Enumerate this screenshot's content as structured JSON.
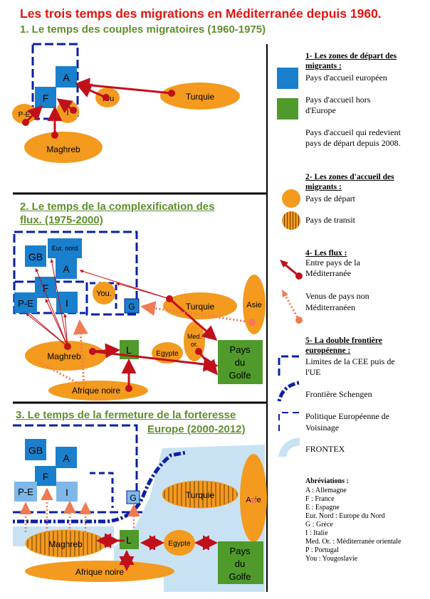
{
  "title": "Les trois temps des migrations en Méditerranée depuis 1960.",
  "sections": {
    "s1": "1. Le temps des couples migratoires (1960-1975)",
    "s2_line1": "2. Le temps de la complexification des",
    "s2_line2": "flux. (1975-2000)",
    "s3_line1": "3. Le temps de la fermeture de la forteresse",
    "s3_line2": "Europe (2000-2012)"
  },
  "map1": {
    "A": "A",
    "F": "F",
    "PE": "P-E",
    "I": "I",
    "You": "You",
    "Turquie": "Turquie",
    "Maghreb": "Maghreb"
  },
  "map2": {
    "GB": "GB",
    "EurNord": "Eur. nord",
    "A": "A",
    "F": "F",
    "PE": "P-E",
    "I": "I",
    "You": "You.",
    "G": "G",
    "Turquie": "Turquie",
    "Asie": "Asie",
    "MedOr1": "Med.",
    "MedOr2": "or.",
    "Maghreb": "Maghreb",
    "L": "L",
    "Egypte": "Egypte",
    "Golfe1": "Pays",
    "Golfe2": "du",
    "Golfe3": "Golfe",
    "Afrique": "Afrique noire"
  },
  "map3": {
    "GB": "GB",
    "A": "A",
    "F": "F",
    "PE": "P-E",
    "I": "I",
    "G": "G",
    "Turquie": "Turquie",
    "Asie": "Asie",
    "Maghreb": "Maghreb",
    "L": "L",
    "Egypte": "Egypte",
    "Golfe1": "Pays",
    "Golfe2": "du",
    "Golfe3": "Golfe",
    "Afrique": "Afrique noire"
  },
  "legend": {
    "h1_line1": "1- Les zones de départ des",
    "h1_line2": "migrants :",
    "blue": "Pays d'accueil européen",
    "green_line1": "Pays d'accueil hors",
    "green_line2": "d'Europe",
    "redev_line1": "Pays d'accueil qui redevient",
    "redev_line2": "pays de départ depuis 2008.",
    "h2_line1": "2- Les zones d'accueil des",
    "h2_line2": "migrants :",
    "depart": "Pays de départ",
    "transit": "Pays de transit",
    "h4": "4- Les flux :",
    "flux1_line1": "Entre pays de la",
    "flux1_line2": "Méditerranée",
    "flux2_line1": "Venus de pays non",
    "flux2_line2": "Méditerranéen",
    "h5_line1": "5- La double frontière",
    "h5_line2": "européenne :",
    "cee_line1": "Limites de la CEE puis de",
    "cee_line2": "l'UE",
    "schengen": "Frontière Schengen",
    "voisinage_line1": "Politique Européenne de",
    "voisinage_line2": "Voisinage",
    "frontex": "FRONTEX"
  },
  "abbreviations": {
    "title": "Abréviations :",
    "items": [
      "A : Allemagne",
      "F : France",
      "E : Espagne",
      "Eur. Nord : Europe du Nord",
      "G : Grèce",
      "I : Italie",
      "Med. Or. : Méditerranée orientale",
      "P : Portugal",
      "You : Yougoslavie"
    ]
  },
  "colors": {
    "title_red": "#e3140f",
    "section_green": "#5f8f2e",
    "eu_blue": "#1a7fcc",
    "light_blue": "#7fb8e8",
    "non_eu_green": "#4f9a2b",
    "orange": "#f39a1f",
    "flow_red": "#c0101a",
    "flow_dotted": "#f07a52",
    "border_navy": "#0a1fa5",
    "frontex_blue": "#c8e2f4"
  }
}
